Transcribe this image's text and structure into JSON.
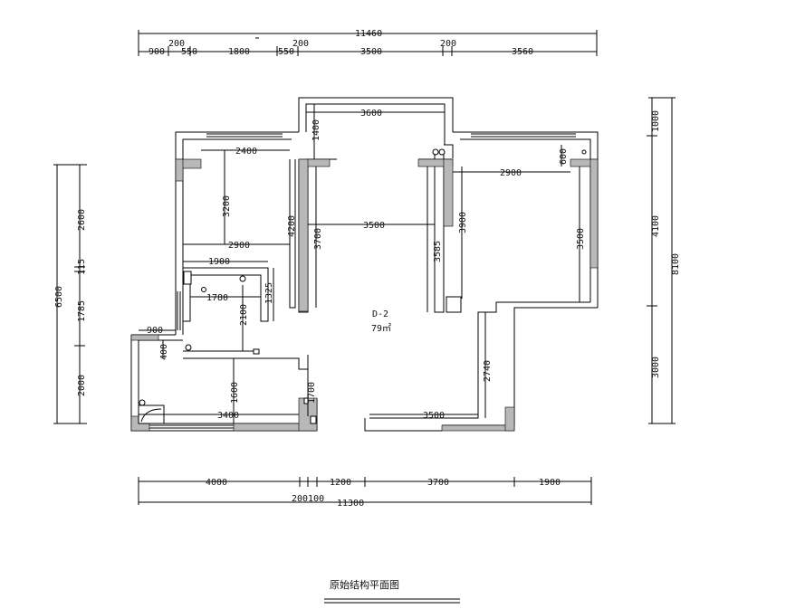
{
  "top_dims": {
    "total": "11460",
    "row_200": [
      "200",
      "200",
      "200"
    ],
    "row_main": [
      "900",
      "550",
      "1800",
      "550",
      "3500",
      "3560"
    ]
  },
  "bottom_dims": {
    "total": "11300",
    "row_main": [
      "4000",
      "1200",
      "3700",
      "1900"
    ],
    "extra": "200100"
  },
  "left_dims": {
    "total": "6500",
    "segments": [
      "2600",
      "115",
      "1785",
      "2000"
    ]
  },
  "right_dims": {
    "total": "8100",
    "segments": [
      "1000",
      "4100",
      "3000"
    ]
  },
  "room_dims": {
    "d3600": "3600",
    "d1400": "1400",
    "d2400": "2400",
    "d3200": "3200",
    "d4200": "4200",
    "d3700": "3700",
    "d3500c": "3500",
    "d2900l": "2900",
    "d1900": "1900",
    "d1780": "1780",
    "d1325": "1325",
    "d2100": "2100",
    "d900": "900",
    "d400": "400",
    "d1600": "1600",
    "d1700": "1700",
    "d3400": "3400",
    "d3585": "3585",
    "d3900": "3900",
    "d2900r": "2900",
    "d600": "600",
    "d3500r": "3500",
    "d2740": "2740",
    "d3500b": "3500"
  },
  "label": {
    "code": "D-2",
    "area": "79㎡"
  },
  "drawing_title": "原始结构平面图"
}
